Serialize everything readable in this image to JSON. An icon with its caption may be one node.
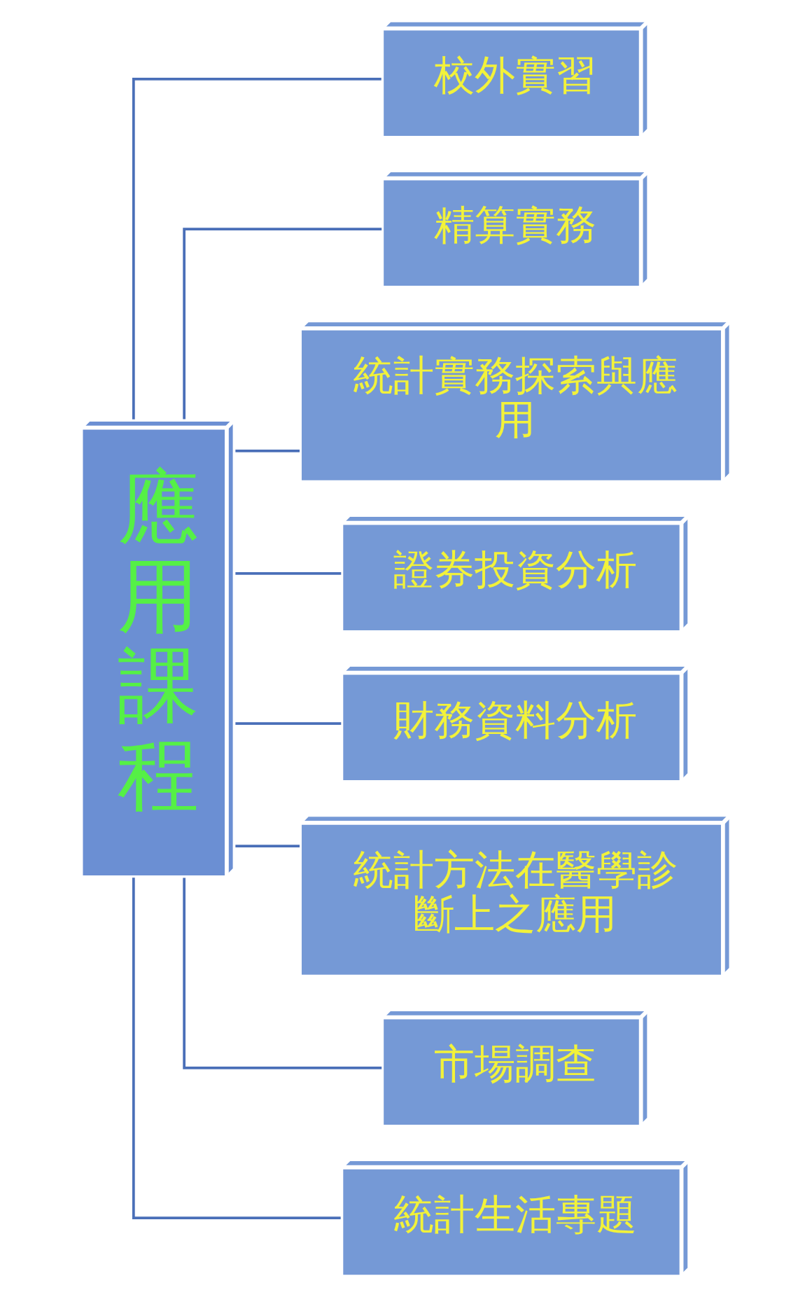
{
  "diagram": {
    "nodes": [
      {
        "text": [
          "應用課程"
        ]
      },
      {
        "text": [
          "校外實習"
        ]
      },
      {
        "text": [
          "精算實務"
        ]
      },
      {
        "text": [
          "統計實務探索與應用"
        ]
      },
      {
        "text": [
          "證券投資分析"
        ]
      },
      {
        "text": [
          "財務資料分析"
        ]
      },
      {
        "text": [
          "統計方法在醫學診斷上之應用"
        ]
      },
      {
        "text": [
          "市場調查"
        ]
      },
      {
        "text": [
          "統計生活專題"
        ]
      }
    ],
    "edges": [
      {
        "from": 0,
        "to": 1,
        "arrow": "none"
      },
      {
        "from": 0,
        "to": 2,
        "arrow": "none"
      },
      {
        "from": 0,
        "to": 3,
        "arrow": "none"
      },
      {
        "from": 0,
        "to": 4,
        "arrow": "none"
      },
      {
        "from": 0,
        "to": 5,
        "arrow": "none"
      },
      {
        "from": 0,
        "to": 6,
        "arrow": "none"
      },
      {
        "from": 0,
        "to": 7,
        "arrow": "none"
      },
      {
        "from": 0,
        "to": 8,
        "arrow": "none"
      }
    ]
  }
}
